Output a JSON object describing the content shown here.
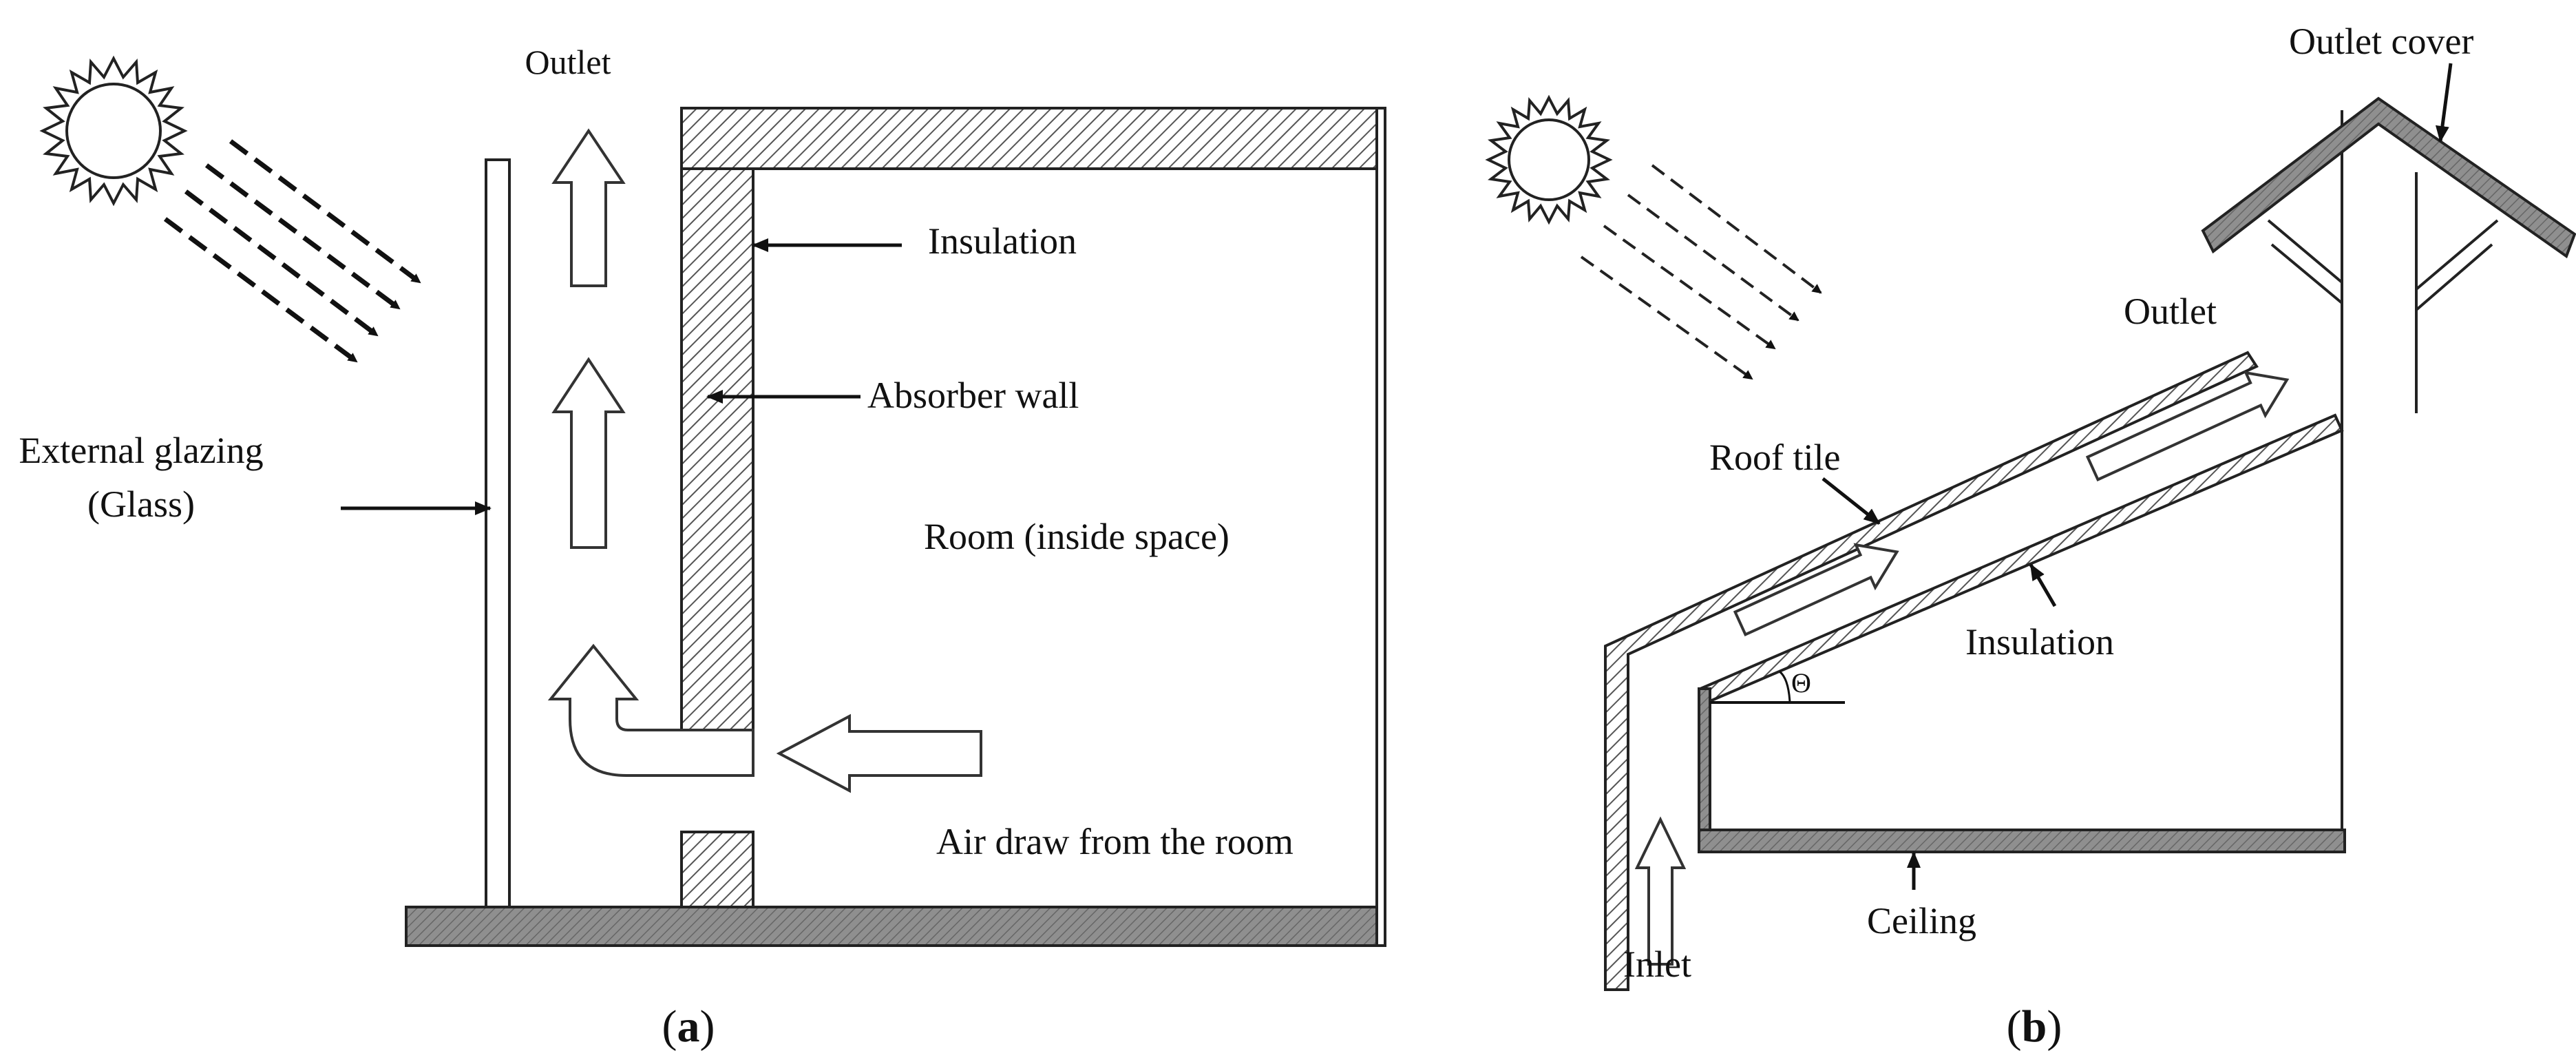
{
  "panel_a": {
    "label_open": "(",
    "label_letter": "a",
    "label_close": ")",
    "outlet": "Outlet",
    "insulation": "Insulation",
    "absorber_wall": "Absorber wall",
    "external_glazing_line1": "External glazing",
    "external_glazing_line2": "(Glass)",
    "room": "Room (inside space)",
    "air_draw": "Air draw from the room"
  },
  "panel_b": {
    "label_open": "(",
    "label_letter": "b",
    "label_close": ")",
    "outlet_cover": "Outlet cover",
    "outlet": "Outlet",
    "roof_tile": "Roof tile",
    "insulation": "Insulation",
    "theta": "Θ",
    "ceiling": "Ceiling",
    "inlet": "Inlet"
  },
  "colors": {
    "hatch_fill": "#9a9a9a",
    "solid_fill": "#8c8c8c",
    "stroke": "#222222"
  }
}
